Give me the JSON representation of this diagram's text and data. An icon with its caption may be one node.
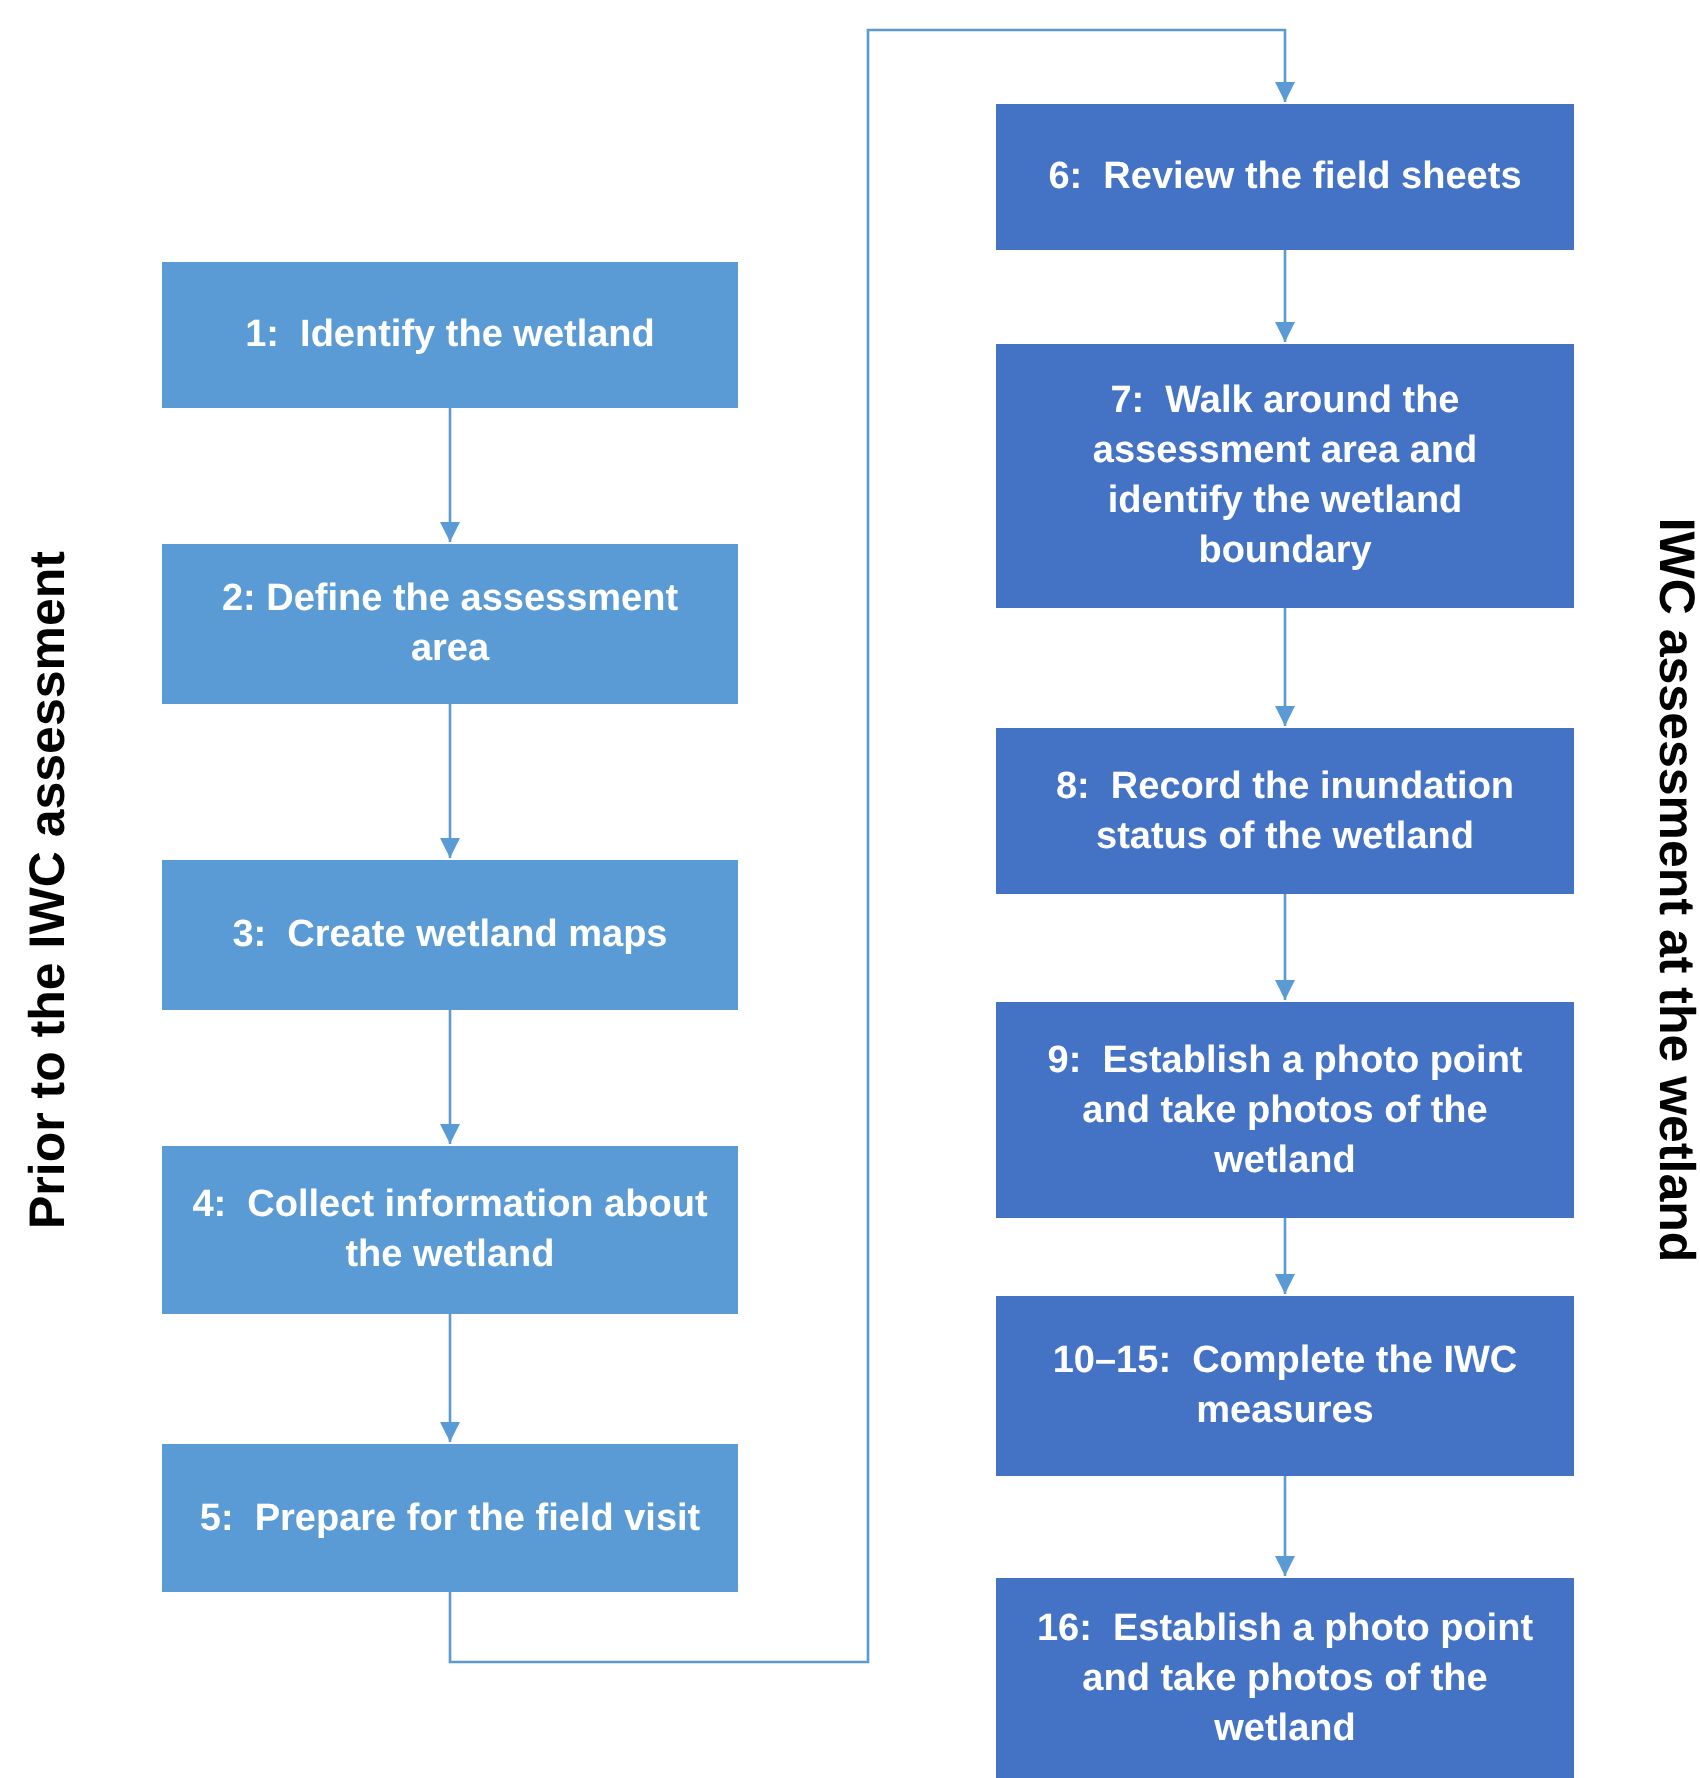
{
  "diagram": {
    "nodes": [
      {
        "text": [
          "1:  Identify the wetland"
        ]
      },
      {
        "text": [
          "2: Define the assessment area"
        ]
      },
      {
        "text": [
          "3:  Create wetland maps"
        ]
      },
      {
        "text": [
          "4:  Collect information about the wetland"
        ]
      },
      {
        "text": [
          "5:  Prepare for the field visit"
        ]
      },
      {
        "text": [
          "6:  Review the field sheets"
        ]
      },
      {
        "text": [
          "7:  Walk around the assessment area and identify the wetland boundary"
        ]
      },
      {
        "text": [
          "8:  Record the inundation status of the wetland"
        ]
      },
      {
        "text": [
          "9:  Establish a photo point and take photos of the wetland"
        ]
      },
      {
        "text": [
          "10–15:  Complete the IWC measures"
        ]
      },
      {
        "text": [
          "16:  Establish a photo point and take photos of the wetland"
        ]
      }
    ],
    "edges": [
      {
        "from": 0,
        "to": 1,
        "arrow": "to"
      },
      {
        "from": 1,
        "to": 2,
        "arrow": "to"
      },
      {
        "from": 2,
        "to": 3,
        "arrow": "to"
      },
      {
        "from": 3,
        "to": 4,
        "arrow": "to"
      },
      {
        "from": 4,
        "to": 5,
        "arrow": "to"
      },
      {
        "from": 5,
        "to": 6,
        "arrow": "to"
      },
      {
        "from": 6,
        "to": 7,
        "arrow": "to"
      },
      {
        "from": 7,
        "to": 8,
        "arrow": "to"
      },
      {
        "from": 8,
        "to": 9,
        "arrow": "to"
      },
      {
        "from": 9,
        "to": 10,
        "arrow": "to"
      }
    ],
    "labels": [
      "Prior to the IWC assessment",
      "IWC assessment at the wetland"
    ]
  }
}
